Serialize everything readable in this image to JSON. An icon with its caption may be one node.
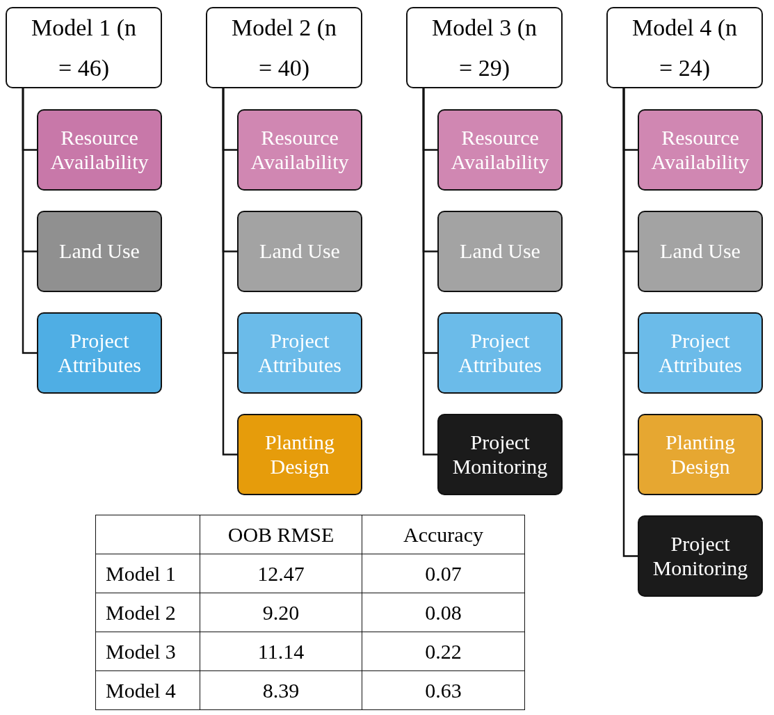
{
  "diagram": {
    "nodes": [
      {
        "text": [
          "Model 1 (n = 46)"
        ]
      },
      {
        "text": [
          "Resource Availability"
        ]
      },
      {
        "text": [
          "Land Use"
        ]
      },
      {
        "text": [
          "Project Attributes"
        ]
      },
      {
        "text": [
          "Model 2 (n = 40)"
        ]
      },
      {
        "text": [
          "Resource Availability"
        ]
      },
      {
        "text": [
          "Land Use"
        ]
      },
      {
        "text": [
          "Project Attributes"
        ]
      },
      {
        "text": [
          "Planting Design"
        ]
      },
      {
        "text": [
          "Model 3 (n = 29)"
        ]
      },
      {
        "text": [
          "Resource Availability"
        ]
      },
      {
        "text": [
          "Land Use"
        ]
      },
      {
        "text": [
          "Project Attributes"
        ]
      },
      {
        "text": [
          "Project Monitoring"
        ]
      },
      {
        "text": [
          "Model 4 (n = 24)"
        ]
      },
      {
        "text": [
          "Resource Availability"
        ]
      },
      {
        "text": [
          "Land Use"
        ]
      },
      {
        "text": [
          "Project Attributes"
        ]
      },
      {
        "text": [
          "Planting Design"
        ]
      },
      {
        "text": [
          "Project Monitoring"
        ]
      }
    ],
    "edges": [
      {
        "from": 0,
        "to": 1,
        "arrow": "none"
      },
      {
        "from": 0,
        "to": 2,
        "arrow": "none"
      },
      {
        "from": 0,
        "to": 3,
        "arrow": "none"
      },
      {
        "from": 4,
        "to": 5,
        "arrow": "none"
      },
      {
        "from": 4,
        "to": 6,
        "arrow": "none"
      },
      {
        "from": 4,
        "to": 7,
        "arrow": "none"
      },
      {
        "from": 4,
        "to": 8,
        "arrow": "none"
      },
      {
        "from": 9,
        "to": 10,
        "arrow": "none"
      },
      {
        "from": 9,
        "to": 11,
        "arrow": "none"
      },
      {
        "from": 9,
        "to": 12,
        "arrow": "none"
      },
      {
        "from": 9,
        "to": 13,
        "arrow": "none"
      },
      {
        "from": 14,
        "to": 15,
        "arrow": "none"
      },
      {
        "from": 14,
        "to": 16,
        "arrow": "none"
      },
      {
        "from": 14,
        "to": 17,
        "arrow": "none"
      },
      {
        "from": 14,
        "to": 18,
        "arrow": "none"
      },
      {
        "from": 14,
        "to": 19,
        "arrow": "none"
      }
    ],
    "labels": [
      "OOB RMSE",
      "Accuracy",
      "Model 1",
      "12.47",
      "0.07",
      "Model 2",
      "9.20",
      "0.08",
      "Model 3",
      "11.14",
      "0.22",
      "Model 4",
      "8.39",
      "0.63"
    ]
  }
}
